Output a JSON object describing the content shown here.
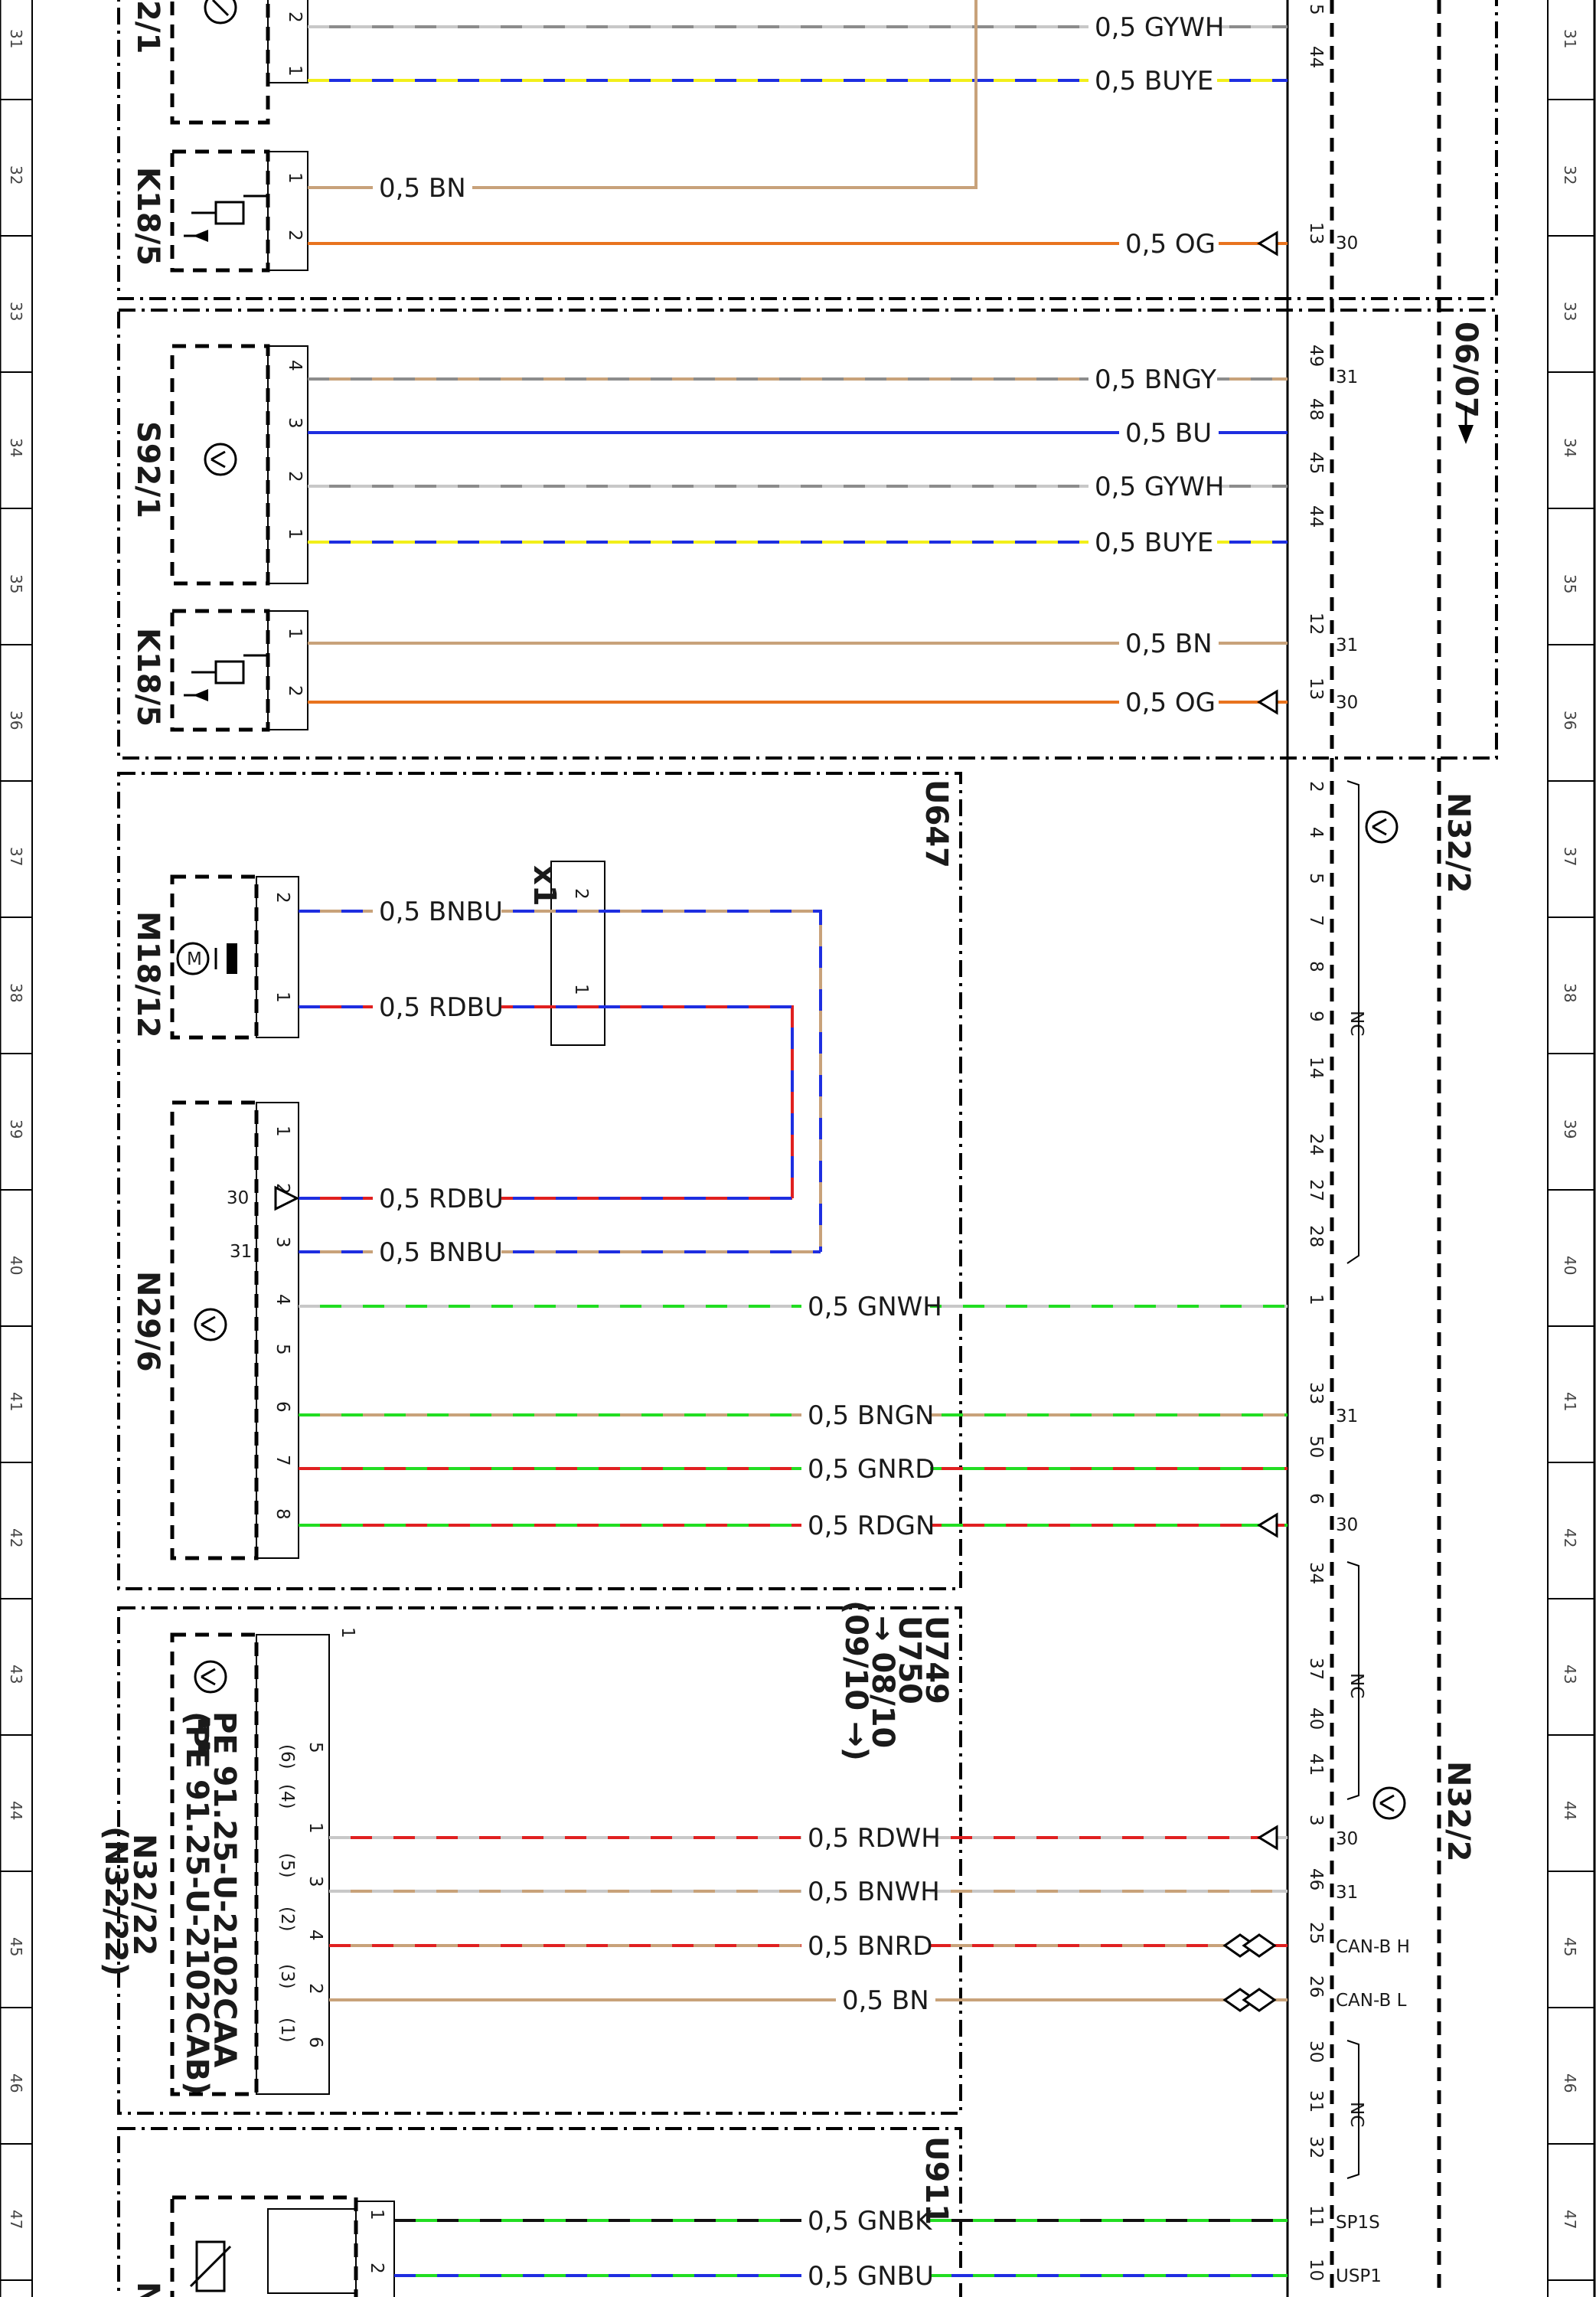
{
  "colors": {
    "background": "#ffffff",
    "ink": "#000000",
    "BN": "#c8a27a",
    "BU": "#1e2ee0",
    "YE": "#f2ef1a",
    "GY": "#8c8c8c",
    "WH": "#c8c8c8",
    "OG": "#e8731e",
    "RD": "#e02020",
    "GN": "#22dd22",
    "BK": "#111111"
  },
  "ruler": {
    "rows": [
      "31",
      "32",
      "33",
      "34",
      "35",
      "36",
      "37",
      "38",
      "39",
      "40",
      "41",
      "42",
      "43",
      "44",
      "45",
      "46",
      "47"
    ]
  },
  "components": {
    "sw_top": "2/1",
    "relay_a": "K18/5",
    "sw_mid": "S92/1",
    "relay_b": "K18/5",
    "motor": "M18/12",
    "connector": "x1",
    "module": "N29/6",
    "ctrl_a": "N32/22",
    "ctrl_a_alt": "(N32/22)",
    "ctrl_a_pe1": "PE 91.25-U-2102CAA",
    "ctrl_a_pe2": "(PE 91.25-U-2102CAB)",
    "seat_a": "N32/2",
    "seat_b": "N32/2",
    "var_u647": "U647",
    "var_u749": "U749",
    "var_u750": "U750",
    "var_0810": "→ 08/10",
    "var_0910": "(09/10 →)",
    "var_0607": "06/07",
    "var_u911": "U911",
    "nc": "NC",
    "motor_m": "M",
    "pos_one": "1",
    "bottom_partial": "N"
  },
  "wires": [
    {
      "id": "w1",
      "label": "0,5 GYWH",
      "c1": "GY",
      "c2": "WH"
    },
    {
      "id": "w2",
      "label": "0,5 BUYE",
      "c1": "BU",
      "c2": "YE"
    },
    {
      "id": "w3",
      "label": "0,5 BN",
      "c1": "BN",
      "c2": "BN"
    },
    {
      "id": "w4",
      "label": "0,5 OG",
      "c1": "OG",
      "c2": "OG"
    },
    {
      "id": "w5",
      "label": "0,5 BNGY",
      "c1": "BN",
      "c2": "GY"
    },
    {
      "id": "w6",
      "label": "0,5 BU",
      "c1": "BU",
      "c2": "BU"
    },
    {
      "id": "w7",
      "label": "0,5 GYWH",
      "c1": "GY",
      "c2": "WH"
    },
    {
      "id": "w8",
      "label": "0,5 BUYE",
      "c1": "BU",
      "c2": "YE"
    },
    {
      "id": "w9",
      "label": "0,5 BN",
      "c1": "BN",
      "c2": "BN"
    },
    {
      "id": "w10",
      "label": "0,5 OG",
      "c1": "OG",
      "c2": "OG"
    },
    {
      "id": "w11",
      "label": "0,5 BNBU",
      "c1": "BN",
      "c2": "BU"
    },
    {
      "id": "w12",
      "label": "0,5 RDBU",
      "c1": "RD",
      "c2": "BU"
    },
    {
      "id": "w13",
      "label": "0,5 RDBU",
      "c1": "RD",
      "c2": "BU"
    },
    {
      "id": "w14",
      "label": "0,5 BNBU",
      "c1": "BN",
      "c2": "BU"
    },
    {
      "id": "w15",
      "label": "0,5 GNWH",
      "c1": "GN",
      "c2": "WH"
    },
    {
      "id": "w16",
      "label": "0,5 BNGN",
      "c1": "BN",
      "c2": "GN"
    },
    {
      "id": "w17",
      "label": "0,5 GNRD",
      "c1": "GN",
      "c2": "RD"
    },
    {
      "id": "w18",
      "label": "0,5 RDGN",
      "c1": "RD",
      "c2": "GN"
    },
    {
      "id": "w19",
      "label": "0,5 RDWH",
      "c1": "RD",
      "c2": "WH"
    },
    {
      "id": "w20",
      "label": "0,5 BNWH",
      "c1": "BN",
      "c2": "WH"
    },
    {
      "id": "w21",
      "label": "0,5 BNRD",
      "c1": "BN",
      "c2": "RD"
    },
    {
      "id": "w22",
      "label": "0,5 BN",
      "c1": "BN",
      "c2": "BN"
    },
    {
      "id": "w23",
      "label": "0,5 GNBK",
      "c1": "GN",
      "c2": "BK"
    },
    {
      "id": "w24",
      "label": "0,5 GNBU",
      "c1": "GN",
      "c2": "BU"
    }
  ],
  "terminals": {
    "t31": "31",
    "t30": "30",
    "can_h": "CAN-B H",
    "can_l": "CAN-B L",
    "sp1s": "SP1S",
    "usp1": "USP1"
  },
  "pins": {
    "left": [
      "2",
      "1",
      "1",
      "2",
      "4",
      "3",
      "2",
      "1",
      "1",
      "2",
      "2",
      "1",
      "1",
      "2",
      "3",
      "4",
      "5",
      "6",
      "7",
      "8",
      "5",
      "1",
      "3",
      "4",
      "2",
      "6",
      "1",
      "2"
    ],
    "left_alt": [
      "(6)",
      "(4)",
      "(5)",
      "(2)",
      "(3)",
      "(1)"
    ],
    "module_left": [
      "30",
      "31"
    ],
    "x1": [
      "2",
      "1"
    ],
    "right": [
      "5",
      "44",
      "13",
      "49",
      "48",
      "45",
      "44",
      "12",
      "13",
      "2",
      "4",
      "5",
      "7",
      "8",
      "9",
      "14",
      "24",
      "27",
      "28",
      "1",
      "33",
      "50",
      "6",
      "34",
      "37",
      "40",
      "41",
      "3",
      "46",
      "25",
      "26",
      "30",
      "31",
      "32",
      "11",
      "10"
    ]
  }
}
